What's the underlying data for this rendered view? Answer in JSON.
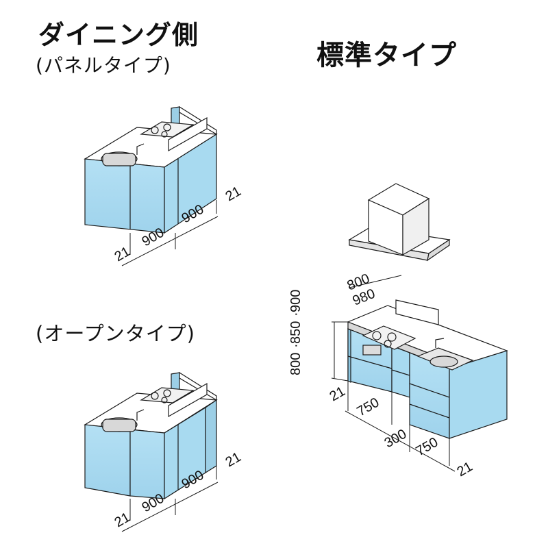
{
  "titles": {
    "dining_side": "ダイニング側",
    "panel_type": "(パネルタイプ)",
    "standard_type": "標準タイプ",
    "open_type": "(オープンタイプ)"
  },
  "panel_dims": {
    "left_end": "21",
    "module_1": "900",
    "module_2": "900",
    "right_end": "21"
  },
  "open_dims": {
    "left_end": "21",
    "module_1": "900",
    "module_2": "900",
    "right_end": "21"
  },
  "standard_dims": {
    "hood_depth": "800",
    "counter_depth": "980",
    "height_1": "800",
    "height_sep_1": "·",
    "height_2": "850",
    "height_sep_2": "·",
    "height_3": "900",
    "left_end": "21",
    "module_1": "750",
    "middle": "300",
    "module_2": "750",
    "right_end": "21"
  },
  "colors": {
    "cabinet": "#a8daf0",
    "cabinet_dark": "#8cc6e0",
    "counter": "#ffffff",
    "outline": "#1a1a1a",
    "side_panel": "#9ccfe6"
  }
}
